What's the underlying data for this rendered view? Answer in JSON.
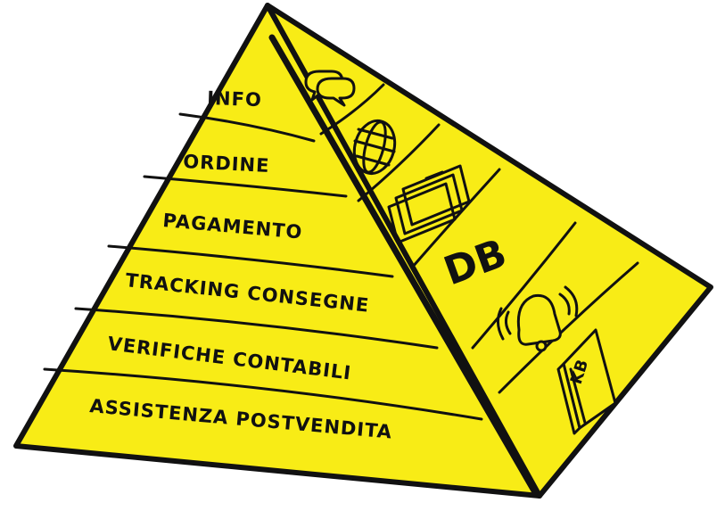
{
  "colors": {
    "fill": "#f8ec16",
    "ink": "#111111",
    "background": "#ffffff"
  },
  "levels": [
    {
      "label": "INFO"
    },
    {
      "label": "ORDINE"
    },
    {
      "label": "PAGAMENTO"
    },
    {
      "label": "TRACKING CONSEGNE"
    },
    {
      "label": "VERIFICHE CONTABILI"
    },
    {
      "label": "ASSISTENZA POSTVENDITA"
    }
  ],
  "side_icons": [
    {
      "icon": "chat-bubbles-icon"
    },
    {
      "icon": "globe-icon"
    },
    {
      "icon": "documents-icon"
    },
    {
      "icon": "database-icon",
      "label": "DB"
    },
    {
      "icon": "bell-icon"
    },
    {
      "icon": "knowledge-book-icon",
      "label": "KB"
    }
  ]
}
